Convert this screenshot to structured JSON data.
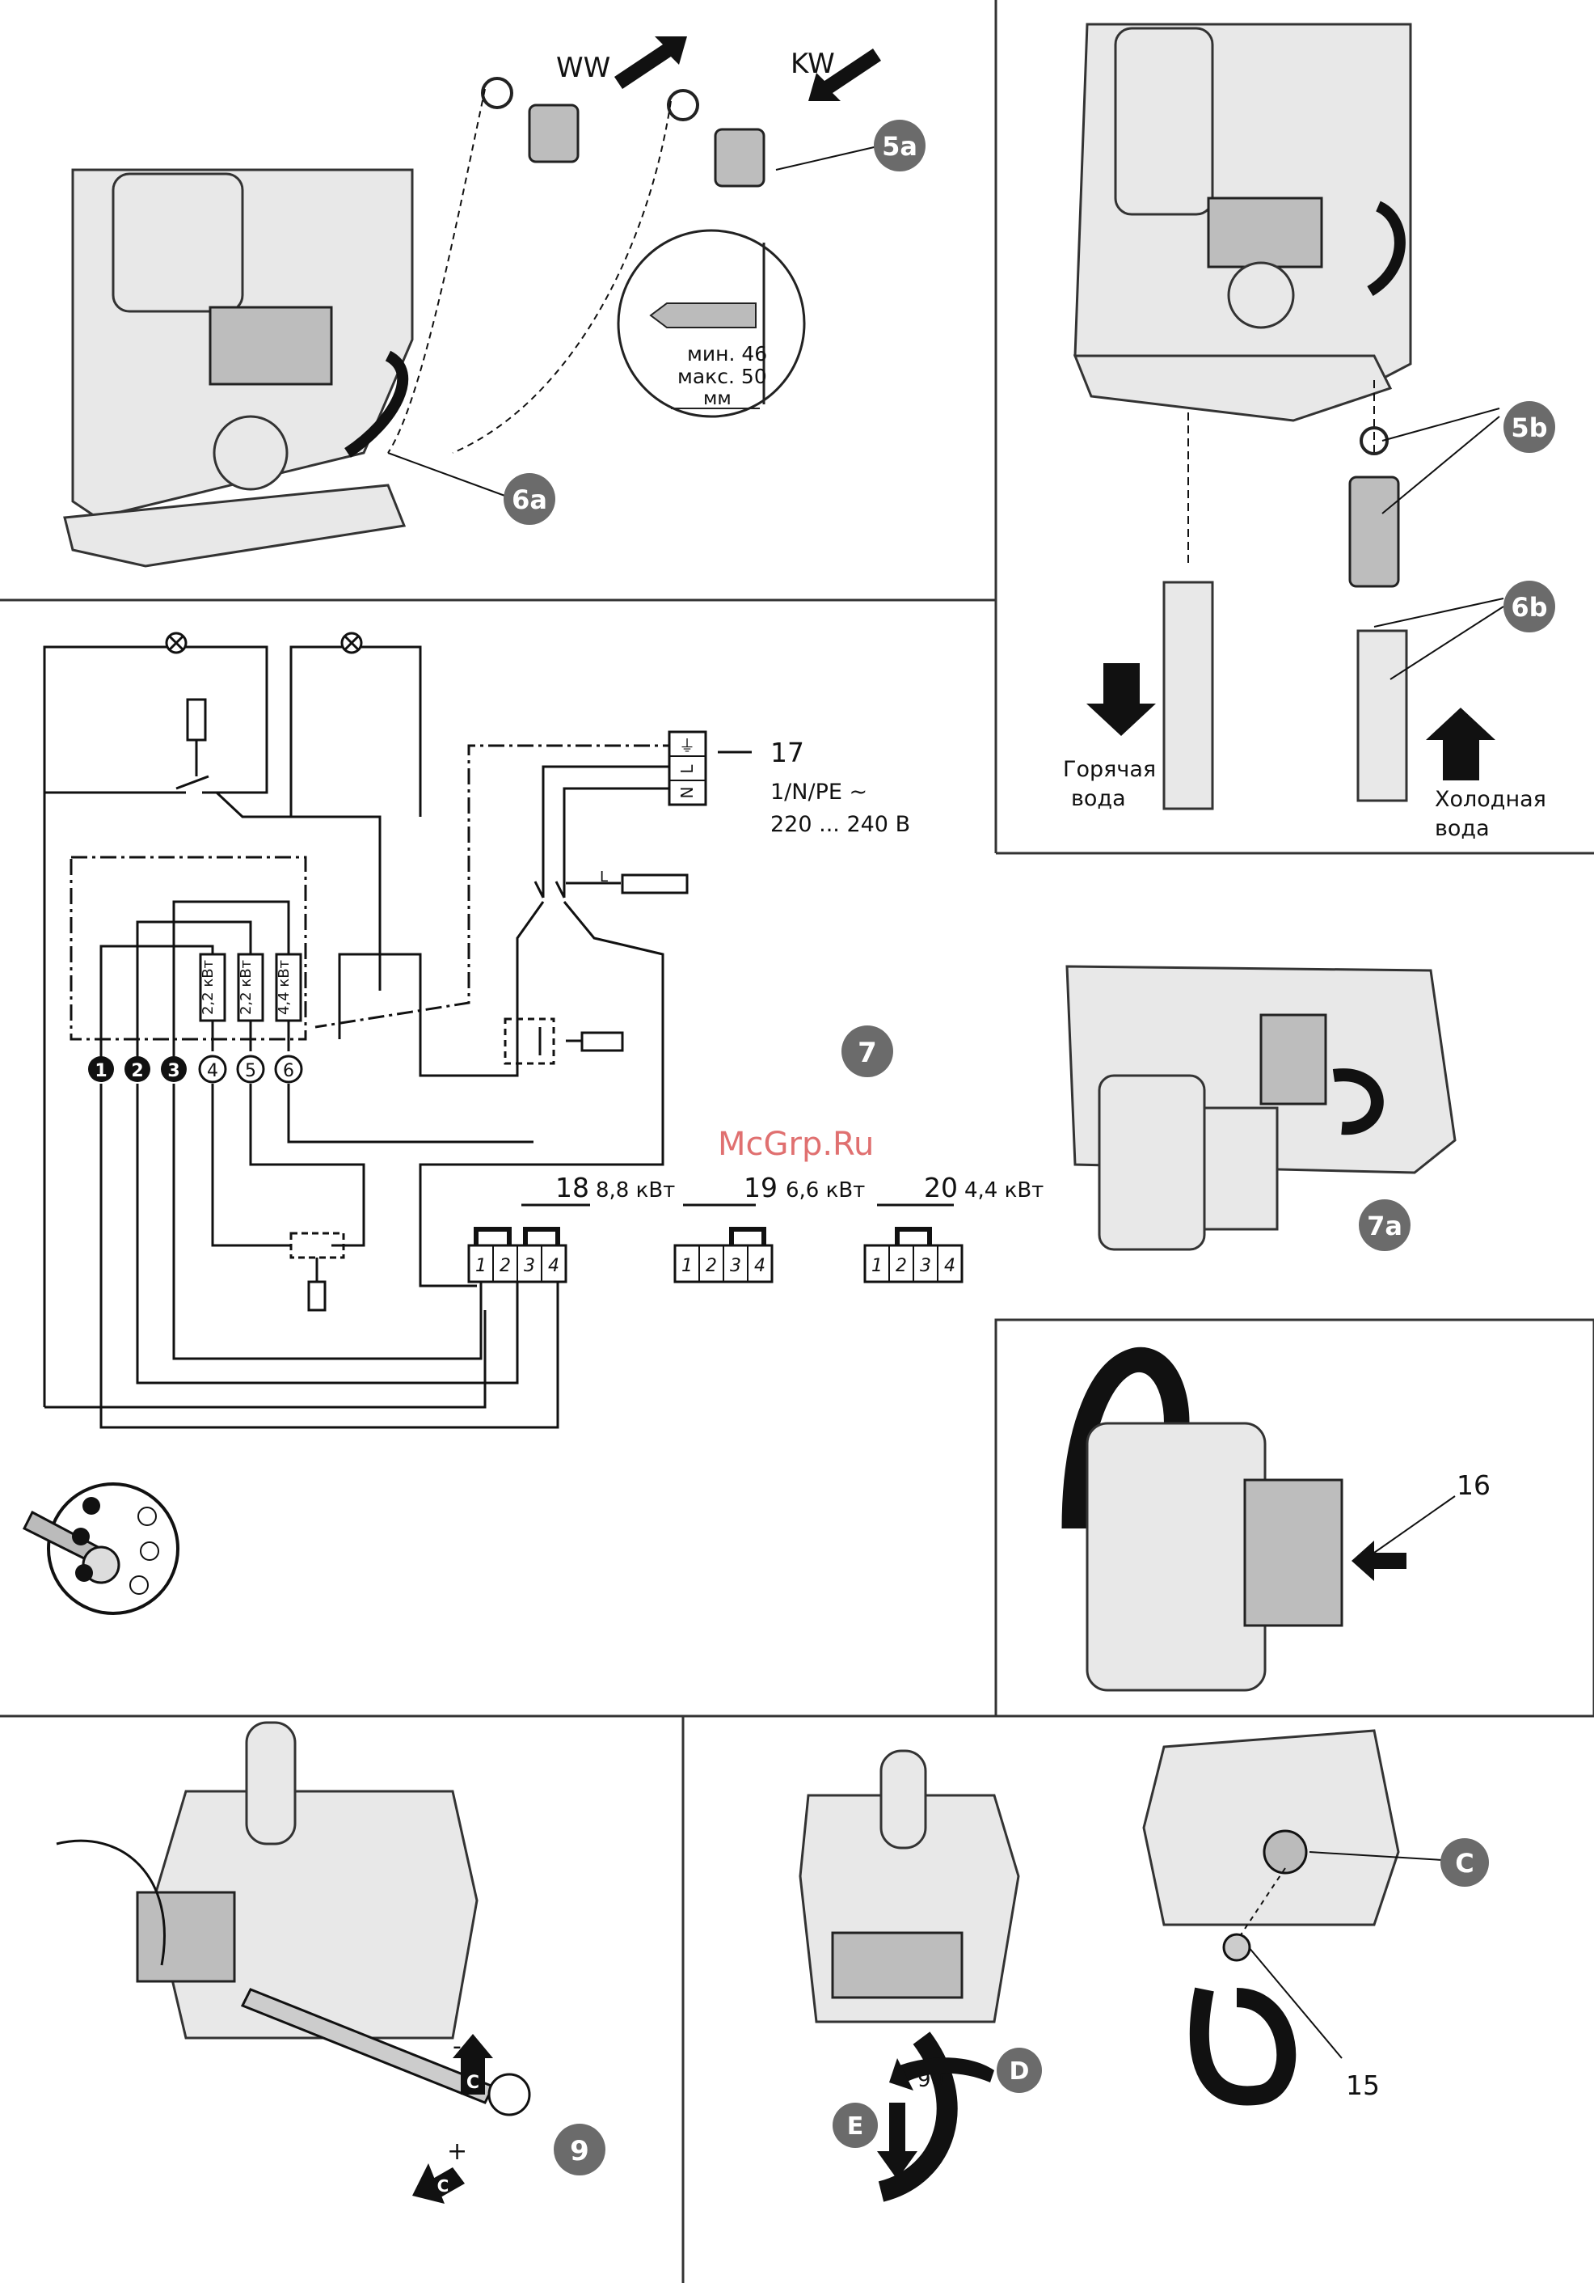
{
  "watermark": "McGrp.Ru",
  "panel_top_left": {
    "label_ww": "WW",
    "label_kw": "KW",
    "badge_5a": "5a",
    "badge_6a": "6a",
    "detail_min": "мин. 46",
    "detail_max": "макс. 50",
    "detail_unit": "мм"
  },
  "panel_top_right": {
    "badge_5b": "5b",
    "badge_6b": "6b",
    "hot_water_1": "Горячая",
    "hot_water_2": "вода",
    "cold_water_1": "Холодная",
    "cold_water_2": "вода"
  },
  "wiring": {
    "terminal_ref": "17",
    "supply_1": "1/N/PE ~",
    "supply_2": "220 ... 240 В",
    "terminal_pe": "⏚",
    "terminal_l": "L",
    "terminal_n": "N",
    "heater_1": "2,2 кВт",
    "heater_2": "2,2 кВт",
    "heater_3": "4,4 кВт",
    "switch_l": "L",
    "terminals": [
      "1",
      "2",
      "3",
      "4",
      "5",
      "6"
    ],
    "badge_7": "7",
    "config_18_num": "18",
    "config_18_power": "8,8 кВт",
    "config_19_num": "19",
    "config_19_power": "6,6 кВт",
    "config_20_num": "20",
    "config_20_power": "4,4 кВт",
    "block_pins": [
      "1",
      "2",
      "3",
      "4"
    ]
  },
  "inset_7a": {
    "badge_7a": "7a"
  },
  "inset_16": {
    "ref_16": "16"
  },
  "bottom_left": {
    "badge_9": "9",
    "arrow_c_up": "C",
    "arrow_c_down": "C",
    "minus": "-",
    "plus": "+"
  },
  "bottom_right": {
    "badge_d": "D",
    "badge_e": "E",
    "angle": "90",
    "badge_c": "C",
    "ref_15": "15"
  },
  "colors": {
    "badge": "#6b6b6b",
    "line": "#111111",
    "panel_border": "#333333"
  }
}
